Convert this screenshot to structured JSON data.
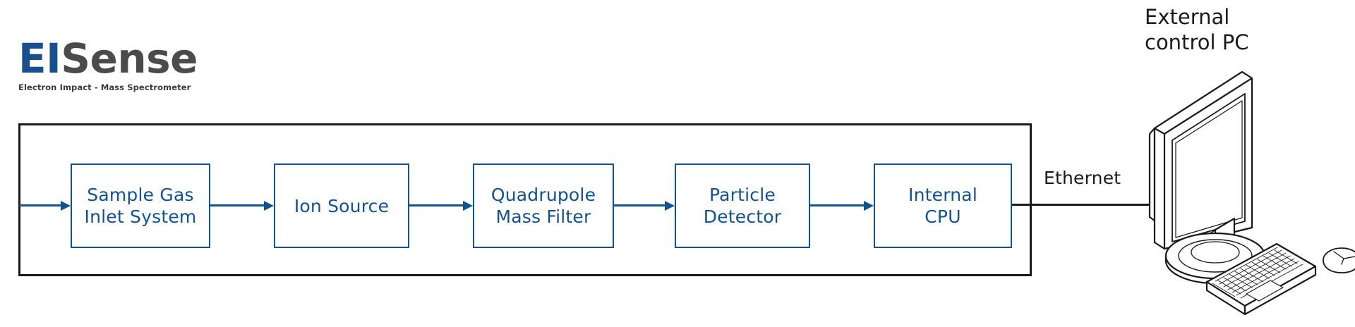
{
  "logo": {
    "wordmark_prefix": "EI",
    "wordmark_suffix": "Sense",
    "subtitle": "Electron Impact - Mass Spectrometer",
    "prefix_color": "#17508C",
    "suffix_color": "#4b4b4b"
  },
  "diagram": {
    "accent_color": "#11528F",
    "boundary_color": "#1a1a1a",
    "boxes": [
      {
        "id": "inlet",
        "label": "Sample Gas\nInlet System"
      },
      {
        "id": "ion-source",
        "label": "Ion Source"
      },
      {
        "id": "quad",
        "label": "Quadrupole\nMass Filter"
      },
      {
        "id": "detector",
        "label": "Particle\nDetector"
      },
      {
        "id": "cpu",
        "label": "Internal\nCPU"
      }
    ],
    "connection_label": "Ethernet",
    "external_device_caption": "External\ncontrol PC"
  }
}
